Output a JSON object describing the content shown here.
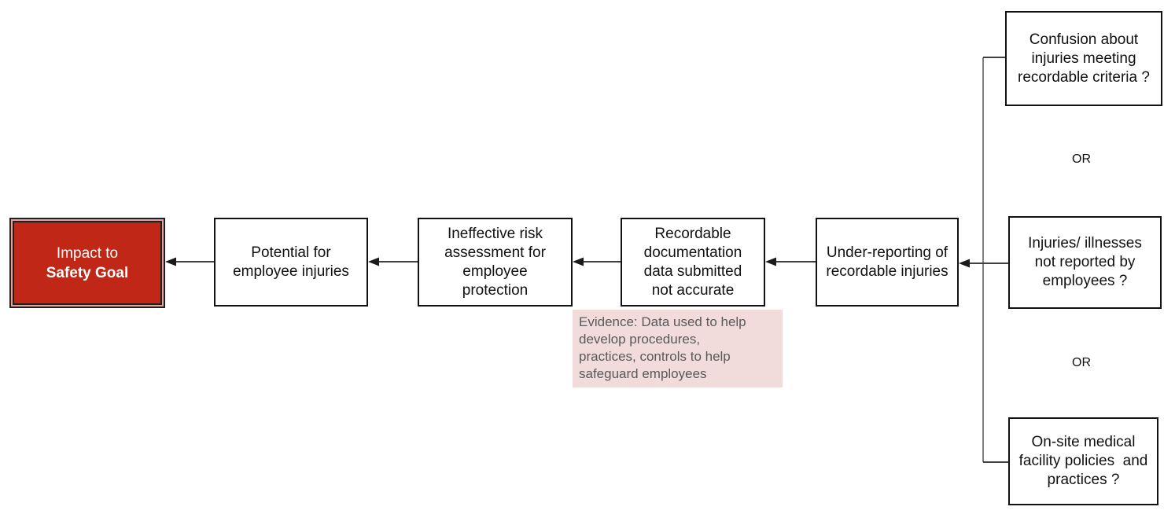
{
  "diagram": {
    "type": "fault-tree-cause-chain",
    "colors": {
      "impact_fill": "#c02717",
      "impact_trim": "#e7a29a",
      "impact_text": "#ffffff",
      "node_border": "#121212",
      "node_fill": "#ffffff",
      "evidence_bg": "#f2dcdb",
      "evidence_text": "#595959",
      "connector": "#404040",
      "trunk": "#595959"
    },
    "nodes": {
      "impact": {
        "line1": "Impact to",
        "line2": "Safety Goal"
      },
      "potential": {
        "label": "Potential for\nemployee injuries"
      },
      "ineffective": {
        "label": "Ineffective risk\nassessment for\nemployee\nprotection"
      },
      "recordable": {
        "label": "Recordable\ndocumentation\ndata submitted\nnot accurate"
      },
      "underreporting": {
        "label": "Under-reporting of\nrecordable injuries"
      },
      "confusion": {
        "label": "Confusion about\ninjuries meeting\nrecordable criteria ?"
      },
      "injuries": {
        "label": "Injuries/ illnesses\nnot reported by\nemployees ?"
      },
      "onsite": {
        "label": "On-site medical\nfacility policies  and\npractices ?"
      }
    },
    "evidence_note": {
      "text": "Evidence: Data used to help\ndevelop procedures,\npractices, controls to help\nsafeguard employees"
    },
    "or_labels": [
      "OR",
      "OR"
    ]
  }
}
